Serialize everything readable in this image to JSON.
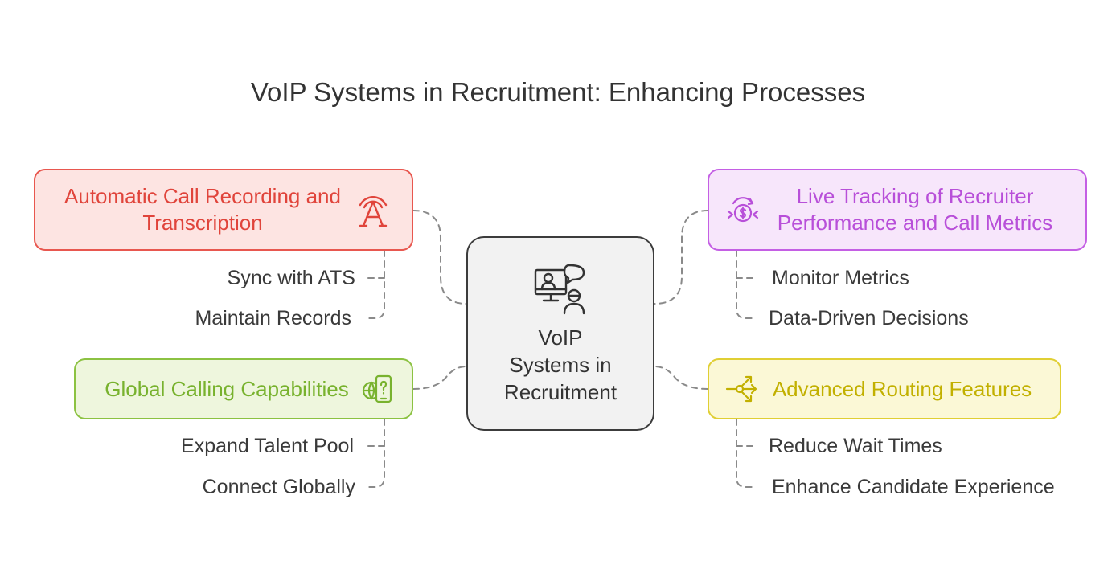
{
  "title": "VoIP Systems in Recruitment: Enhancing Processes",
  "center": {
    "label_lines": [
      "VoIP",
      "Systems in",
      "Recruitment"
    ],
    "icon": "video-call-icon",
    "border_color": "#3c3c3c"
  },
  "branches": {
    "recording": {
      "label_lines": [
        "Automatic Call Recording and",
        "Transcription"
      ],
      "icon": "broadcast-letter-a-icon",
      "color": "#e8574f",
      "items": [
        "Sync with ATS",
        "Maintain Records"
      ]
    },
    "tracking": {
      "label_lines": [
        "Live Tracking of Recruiter",
        "Performance and Call Metrics"
      ],
      "icon": "money-cycle-icon",
      "color": "#c45fe4",
      "items": [
        "Monitor Metrics",
        "Data-Driven Decisions"
      ]
    },
    "global": {
      "label_lines": [
        "Global Calling Capabilities"
      ],
      "icon": "globe-phone-icon",
      "color": "#8cc242",
      "items": [
        "Expand Talent Pool",
        "Connect Globally"
      ]
    },
    "routing": {
      "label_lines": [
        "Advanced Routing Features"
      ],
      "icon": "routing-arrows-icon",
      "color": "#e0cf34",
      "items": [
        "Reduce Wait Times",
        "Enhance Candidate Experience"
      ]
    }
  }
}
